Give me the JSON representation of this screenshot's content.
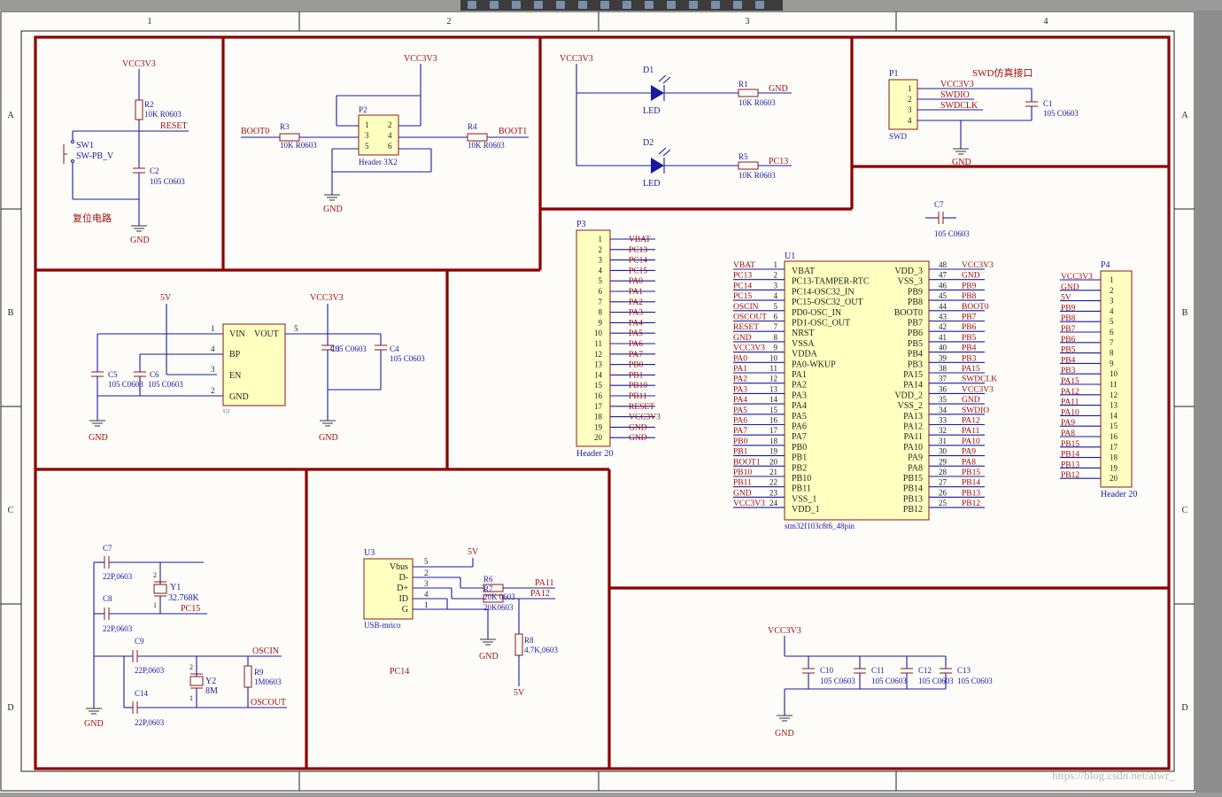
{
  "frame": {
    "cols": [
      "1",
      "2",
      "3",
      "4"
    ],
    "rows": [
      "A",
      "B",
      "C",
      "D"
    ]
  },
  "toolbar": {
    "icons": [
      "pin-icon",
      "arrow-icon",
      "rect-icon",
      "copy-icon",
      "bus-icon",
      "wire-icon",
      "gnd-icon",
      "port-icon",
      "net-icon",
      "part-icon",
      "sheet-icon",
      "power-icon",
      "text-icon",
      "more-icon"
    ]
  },
  "reset": {
    "vcc": "VCC3V3",
    "r2": "R2",
    "r2_val": "10K R0603",
    "net": "RESET",
    "sw": "SW1",
    "sw_val": "SW-PB_V",
    "c2": "C2",
    "c2_val": "105 C0603",
    "caption": "复位电路",
    "gnd": "GND"
  },
  "boot": {
    "vcc": "VCC3V3",
    "boot0": "BOOT0",
    "r3": "R3",
    "r3_val": "10K R0603",
    "p2": "P2",
    "p2_val": "Header 3X2",
    "pins": [
      "1",
      "2",
      "3",
      "4",
      "5",
      "6"
    ],
    "r4": "R4",
    "r4_val": "10K R0603",
    "boot1": "BOOT1",
    "gnd": "GND"
  },
  "leds": {
    "vcc": "VCC3V3",
    "d1": "D1",
    "d1_val": "LED",
    "r1": "R1",
    "r1_val": "10K R0603",
    "gnd": "GND",
    "d2": "D2",
    "d2_val": "LED",
    "r5": "R5",
    "r5_val": "10K R0603",
    "pc13": "PC13"
  },
  "swd": {
    "p1": "P1",
    "title": "SWD仿真接口",
    "pins": [
      "1",
      "2",
      "3",
      "4"
    ],
    "nets": [
      "VCC3V3",
      "SWDIO",
      "SWDCLK"
    ],
    "label": "SWD",
    "c1": "C1",
    "c1_val": "105 C0603",
    "gnd": "GND"
  },
  "power": {
    "in": "5V",
    "out": "VCC3V3",
    "u_pins": [
      "VIN",
      "VOUT",
      "BP",
      "EN",
      "GND"
    ],
    "pin_nums": [
      "1",
      "5",
      "4",
      "3",
      "2"
    ],
    "u_ref": "U2",
    "c5": "C5",
    "c5_val": "105 C0603",
    "c6": "C6",
    "c6_val": "105 C0603",
    "c3": "C3",
    "c3_val": "105 C0603",
    "c4": "C4",
    "c4_val": "105 C0603",
    "gnd1": "GND",
    "gnd2": "GND"
  },
  "p3": {
    "ref": "P3",
    "name": "Header 20",
    "nets": [
      "VBAT",
      "PC13",
      "PC14",
      "PC15",
      "PA0",
      "PA1",
      "PA2",
      "PA3",
      "PA4",
      "PA5",
      "PA6",
      "PA7",
      "PB0",
      "PB1",
      "PB10",
      "PB11",
      "RESET",
      "VCC3V3",
      "GND",
      "GND"
    ]
  },
  "mcu": {
    "ref": "U1",
    "name": "stm32f103c8t6_48pin",
    "left_pins": [
      {
        "n": "1",
        "p": "VBAT",
        "net": "VBAT"
      },
      {
        "n": "2",
        "p": "PC13-TAMPER-RTC",
        "net": "PC13"
      },
      {
        "n": "3",
        "p": "PC14-OSC32_IN",
        "net": "PC14"
      },
      {
        "n": "4",
        "p": "PC15-OSC32_OUT",
        "net": "PC15"
      },
      {
        "n": "5",
        "p": "PD0-OSC_IN",
        "net": "OSCIN"
      },
      {
        "n": "6",
        "p": "PD1-OSC_OUT",
        "net": "OSCOUT"
      },
      {
        "n": "7",
        "p": "NRST",
        "net": "RESET"
      },
      {
        "n": "8",
        "p": "VSSA",
        "net": "GND"
      },
      {
        "n": "9",
        "p": "VDDA",
        "net": "VCC3V3"
      },
      {
        "n": "10",
        "p": "PA0-WKUP",
        "net": "PA0"
      },
      {
        "n": "11",
        "p": "PA1",
        "net": "PA1"
      },
      {
        "n": "12",
        "p": "PA2",
        "net": "PA2"
      },
      {
        "n": "13",
        "p": "PA3",
        "net": "PA3"
      },
      {
        "n": "14",
        "p": "PA4",
        "net": "PA4"
      },
      {
        "n": "15",
        "p": "PA5",
        "net": "PA5"
      },
      {
        "n": "16",
        "p": "PA6",
        "net": "PA6"
      },
      {
        "n": "17",
        "p": "PA7",
        "net": "PA7"
      },
      {
        "n": "18",
        "p": "PB0",
        "net": "PB0"
      },
      {
        "n": "19",
        "p": "PB1",
        "net": "PB1"
      },
      {
        "n": "20",
        "p": "PB2",
        "net": "BOOT1"
      },
      {
        "n": "21",
        "p": "PB10",
        "net": "PB10"
      },
      {
        "n": "22",
        "p": "PB11",
        "net": "PB11"
      },
      {
        "n": "23",
        "p": "VSS_1",
        "net": "GND"
      },
      {
        "n": "24",
        "p": "VDD_1",
        "net": "VCC3V3"
      }
    ],
    "right_pins": [
      {
        "n": "48",
        "p": "VDD_3",
        "net": "VCC3V3"
      },
      {
        "n": "47",
        "p": "VSS_3",
        "net": "GND"
      },
      {
        "n": "46",
        "p": "PB9",
        "net": "PB9"
      },
      {
        "n": "45",
        "p": "PB8",
        "net": "PB8"
      },
      {
        "n": "44",
        "p": "BOOT0",
        "net": "BOOT0"
      },
      {
        "n": "43",
        "p": "PB7",
        "net": "PB7"
      },
      {
        "n": "42",
        "p": "PB6",
        "net": "PB6"
      },
      {
        "n": "41",
        "p": "PB5",
        "net": "PB5"
      },
      {
        "n": "40",
        "p": "PB4",
        "net": "PB4"
      },
      {
        "n": "39",
        "p": "PB3",
        "net": "PB3"
      },
      {
        "n": "38",
        "p": "PA15",
        "net": "PA15"
      },
      {
        "n": "37",
        "p": "PA14",
        "net": "SWDCLK"
      },
      {
        "n": "36",
        "p": "VDD_2",
        "net": "VCC3V3"
      },
      {
        "n": "35",
        "p": "VSS_2",
        "net": "GND"
      },
      {
        "n": "34",
        "p": "PA13",
        "net": "SWDIO"
      },
      {
        "n": "33",
        "p": "PA12",
        "net": "PA12"
      },
      {
        "n": "32",
        "p": "PA11",
        "net": "PA11"
      },
      {
        "n": "31",
        "p": "PA10",
        "net": "PA10"
      },
      {
        "n": "30",
        "p": "PA9",
        "net": "PA9"
      },
      {
        "n": "29",
        "p": "PA8",
        "net": "PA8"
      },
      {
        "n": "28",
        "p": "PB15",
        "net": "PB15"
      },
      {
        "n": "27",
        "p": "PB14",
        "net": "PB14"
      },
      {
        "n": "26",
        "p": "PB13",
        "net": "PB13"
      },
      {
        "n": "25",
        "p": "PB12",
        "net": "PB12"
      }
    ],
    "c7": "C7",
    "c7_val": "105 C0603"
  },
  "p4": {
    "ref": "P4",
    "name": "Header 20",
    "nets": [
      "VCC3V3",
      "GND",
      "5V",
      "PB9",
      "PB8",
      "PB7",
      "PB6",
      "PB5",
      "PB4",
      "PB3",
      "PA15",
      "PA12",
      "PA11",
      "PA10",
      "PA9",
      "PA8",
      "PB15",
      "PB14",
      "PB13",
      "PB12"
    ]
  },
  "osc": {
    "c7": "C7",
    "c7_val": "22P,0603",
    "y1": "Y1",
    "y1_val": "32.768K",
    "c8": "C8",
    "c8_val": "22P,0603",
    "pc15": "PC15",
    "c9": "C9",
    "c9_val": "22P,0603",
    "y2": "Y2",
    "y2_val": "8M",
    "r9": "R9",
    "r9_val": "1M0603",
    "oscin": "OSCIN",
    "oscout": "OSCOUT",
    "c14": "C14",
    "c14_val": "22P,0603",
    "gnd": "GND",
    "pin1": "1",
    "pin2": "2"
  },
  "usb": {
    "u3": "U3",
    "name": "USB-mrico",
    "pins": [
      "Vbus",
      "D-",
      "D+",
      "ID",
      "G"
    ],
    "nums": [
      "5",
      "2",
      "3",
      "4",
      "1"
    ],
    "v5": "5V",
    "r6": "R6",
    "r6_val": "20K 0603",
    "r7": "R7",
    "r7_val": "20K0603",
    "pa11": "PA11",
    "pa12": "PA12",
    "r8": "R8",
    "r8_val": "4.7K,0603",
    "v5b": "5V",
    "pc14": "PC14",
    "gnd": "GND"
  },
  "decoup": {
    "vcc": "VCC3V3",
    "caps": [
      {
        "ref": "C10",
        "val": "105 C0603"
      },
      {
        "ref": "C11",
        "val": "105 C0603"
      },
      {
        "ref": "C12",
        "val": "105 C0603"
      },
      {
        "ref": "C13",
        "val": "105 C0603"
      }
    ],
    "gnd": "GND"
  },
  "watermark": "https://blog.csdn.net/alwr_"
}
